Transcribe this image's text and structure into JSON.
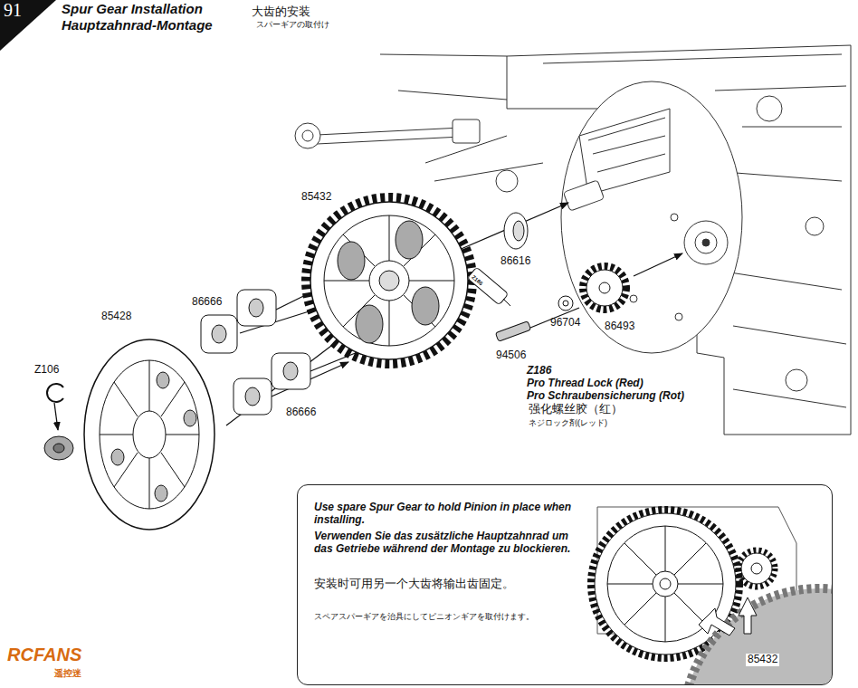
{
  "diagram": {
    "title": "Spur Gear Installation",
    "nodes": [
      {
        "text": [
          "91"
        ]
      },
      {
        "text": [
          "Use spare Spur Gear to hold Pinion in place when installing.",
          "Verwenden Sie das zusätzliche Hauptzahnrad um das Getriebe während der Montage zu blockieren.",
          "安装时可用另一个大齿将输出齿固定。",
          "スペアスパーギアを治具にしてピニオンギアを取付けます。"
        ]
      }
    ],
    "labels": [
      "Hauptzahnrad-Montage",
      "大齿的安装",
      "スパーギアの取付け",
      "85432",
      "86616",
      "86666",
      "85428",
      "Z106",
      "96704",
      "86493",
      "94506",
      "86666",
      "Z186",
      "Z186",
      "Pro Thread Lock (Red)",
      "Pro Schraubensicherung (Rot)",
      "强化螺丝胶（红）",
      "ネジロック剤(レッド)",
      "85432",
      "RCFANS",
      "遥控迷"
    ]
  }
}
